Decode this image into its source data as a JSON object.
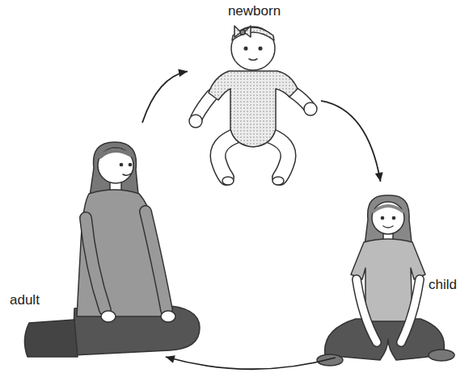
{
  "diagram": {
    "nodes": [
      {
        "text": [
          "newborn"
        ]
      },
      {
        "text": [
          "child"
        ]
      },
      {
        "text": [
          "adult"
        ]
      }
    ],
    "edges": [
      {
        "from": 0,
        "to": 1,
        "arrow": "to"
      },
      {
        "from": 1,
        "to": 2,
        "arrow": "to"
      },
      {
        "from": 2,
        "to": 0,
        "arrow": "to"
      }
    ]
  }
}
